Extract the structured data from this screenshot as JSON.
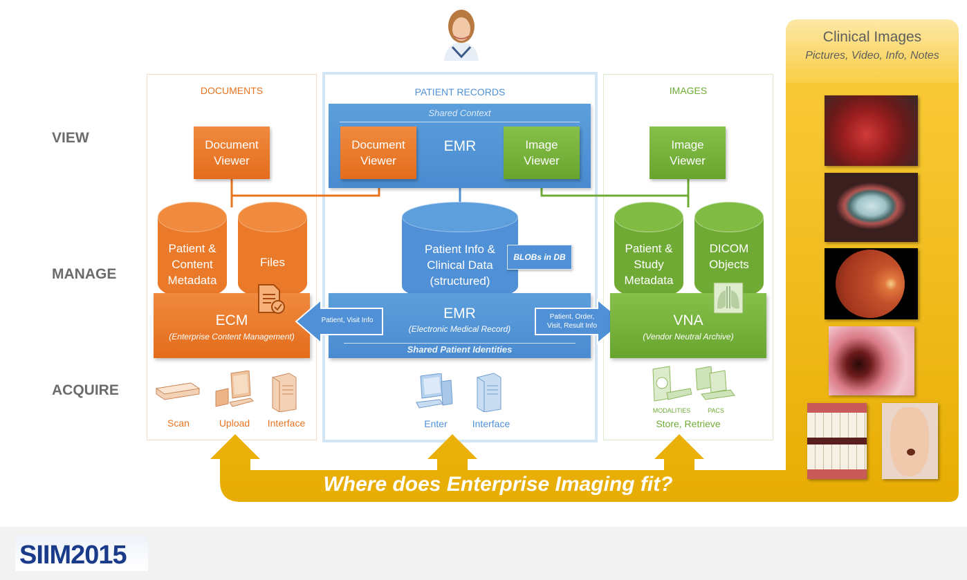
{
  "rows": {
    "view": "VIEW",
    "manage": "MANAGE",
    "acquire": "ACQUIRE"
  },
  "documents": {
    "title": "DOCUMENTS",
    "viewer": "Document\nViewer",
    "metadata": "Patient &\nContent\nMetadata",
    "files": "Files",
    "ecm": "ECM",
    "ecm_sub": "(Enterprise Content Management)",
    "acquire": [
      "Scan",
      "Upload",
      "Interface"
    ]
  },
  "patient_records": {
    "title": "PATIENT RECORDS",
    "shared_context": "Shared Context",
    "doc_viewer": "Document\nViewer",
    "emr_top": "EMR",
    "image_viewer": "Image\nViewer",
    "db": "Patient Info &\nClinical Data\n(structured)",
    "blobs": "BLOBs in DB",
    "emr": "EMR",
    "emr_sub": "(Electronic Medical Record)",
    "shared_ids": "Shared Patient Identities",
    "arrow_left": "Patient, Visit Info",
    "arrow_right": "Patient, Order,\nVisit, Result Info",
    "acquire": [
      "Enter",
      "Interface"
    ]
  },
  "images": {
    "title": "IMAGES",
    "viewer": "Image\nViewer",
    "metadata": "Patient &\nStudy\nMetadata",
    "dicom": "DICOM\nObjects",
    "vna": "VNA",
    "vna_sub": "(Vendor Neutral Archive)",
    "modalities": "MODALITIES",
    "pacs": "PACS",
    "store": "Store, Retrieve"
  },
  "clinical": {
    "title": "Clinical Images",
    "subtitle": "Pictures, Video, Info, Notes"
  },
  "question": "Where does Enterprise Imaging fit?",
  "logo": "SIIM2015",
  "colors": {
    "orange": "#e8731f",
    "green": "#6faa34",
    "blue": "#4f90d6",
    "gold": "#f2b705",
    "gray": "#6b6b6b"
  },
  "icons": [
    "doctor-avatar",
    "file-check-icon",
    "chest-xray-icon",
    "scanner-icon",
    "computer-icon",
    "server-icon",
    "modality-scanner-icon",
    "pacs-workstation-icon"
  ]
}
